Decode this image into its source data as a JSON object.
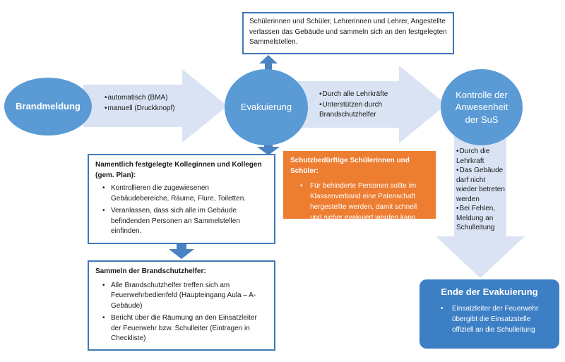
{
  "nodes": {
    "brandmeldung": "Brandmeldung",
    "evakuierung": "Evakuierung",
    "kontrolle": "Kontrolle der Anwesenheit der SuS"
  },
  "arrow1_items": [
    "automatisch (BMA)",
    "manuell (Druckknopf)"
  ],
  "arrow2_items": [
    "Durch alle Lehrkräfte",
    "Unterstützen durch Brandschutzhelfer"
  ],
  "down_arrow_items": [
    "Durch die Lehrkraft",
    "Das Gebäude darf nicht wieder betreten werden",
    "Bei Fehlen, Meldung an Schulleitung"
  ],
  "top_box": "Schülerinnen und Schüler, Lehrerinnen und Lehrer, Angestellte verlassen das Gebäude und sammeln sich an den festgelegten Sammelstellen.",
  "colleagues_box": {
    "title": "Namentlich festgelegte Kolleginnen und Kollegen (gem. Plan):",
    "items": [
      "Kontrollieren die zugewiesenen Gebäudebereiche, Räume, Flure, Toiletten.",
      "Veranlassen, dass sich alle im Gebäude befindenden Personen an Sammelstellen einfinden."
    ]
  },
  "helpers_box": {
    "title": "Sammeln der Brandschutzhelfer:",
    "items": [
      "Alle Brandschutzhelfer treffen sich am Feuerwehrbedienfeld (Haupteingang Aula – A-Gebäude)",
      "Bericht über die Räumung an den Einsatzleiter der Feuerwehr bzw. Schulleiter (Eintragen in Checkliste)"
    ]
  },
  "vulnerable_box": {
    "title": "Schutzbedürftige Schülerinnen und Schüler:",
    "text": "Für behinderte Personen sollte im Klassenverband eine Patenschaft hergestellte werden, damit schnell und sicher evakuiert werden kann."
  },
  "end_box": {
    "title": "Ende der Evakuierung",
    "text": "Einsatzleiter der Feuerwehr übergibt die Einsatzstelle offiziell an die Schulleitung"
  },
  "colors": {
    "arrow_light": "#dae3f3",
    "node_blue": "#5b9bd5",
    "dark_blue": "#3f78b7",
    "orange": "#ed7d31",
    "end_blue": "#3d7fc4"
  }
}
